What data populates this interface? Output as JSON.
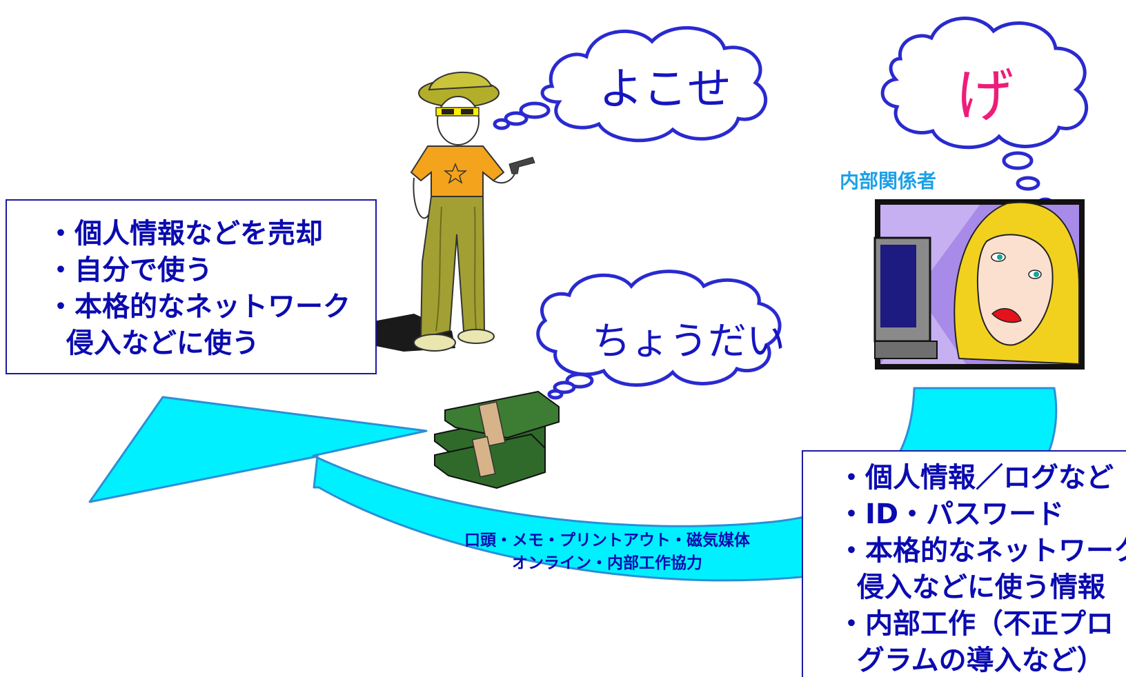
{
  "thought_bubbles": {
    "criminal": "よこせ",
    "money": "ちょうだい",
    "insider": "げ"
  },
  "insider_label": "内部関係者",
  "left_box": {
    "items": [
      "・個人情報などを売却",
      "・自分で使う",
      "・本格的なネットワーク",
      "  侵入などに使う"
    ]
  },
  "right_box": {
    "items": [
      "・個人情報／ログなど",
      "・ID・パスワード",
      "・本格的なネットワーク",
      "  侵入などに使う情報",
      "・内部工作（不正プロ",
      "  グラムの導入など）"
    ]
  },
  "arrow_caption": {
    "line1": "口頭・メモ・プリントアウト・磁気媒体",
    "line2": "オンライン・内部工作協力"
  },
  "colors": {
    "arrow_fill": "#00f0ff",
    "arrow_stroke": "#2b8fd6",
    "text_blue": "#0b0bb0",
    "ge_pink": "#ee1c7a",
    "label_cyan": "#1ca0e8",
    "bubble_stroke": "#2a2ad0"
  }
}
